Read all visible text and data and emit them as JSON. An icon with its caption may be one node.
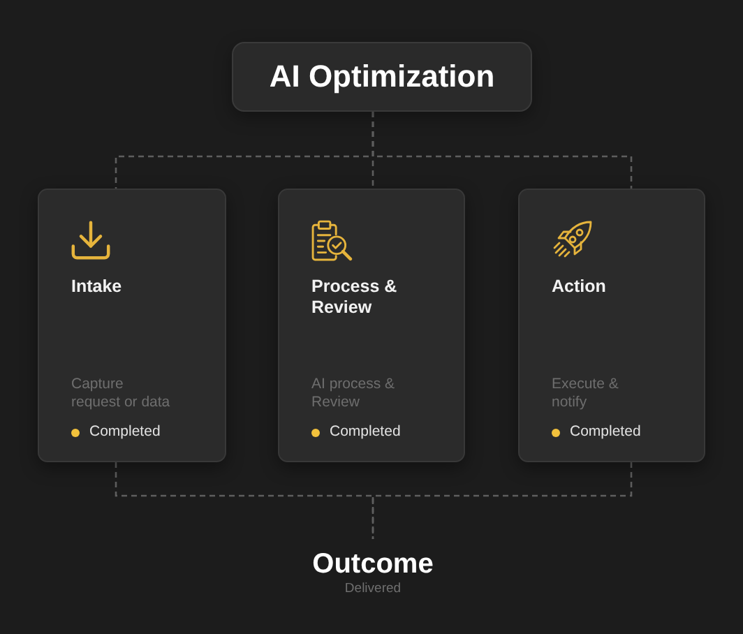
{
  "diagram": {
    "nodes": [
      {
        "text": [
          "AI Optimization"
        ]
      },
      {
        "text": [
          "Intake",
          "Capture request or data",
          "Completed"
        ]
      },
      {
        "text": [
          "Process & Review",
          "AI process & Review",
          "Completed"
        ]
      },
      {
        "text": [
          "Action",
          "Execute & notify",
          "Completed"
        ]
      },
      {
        "text": [
          "Outcome",
          "Delivered"
        ]
      }
    ],
    "edges": [
      {
        "from": 0,
        "to": 1,
        "arrow": "none",
        "style": "dashed"
      },
      {
        "from": 0,
        "to": 2,
        "arrow": "none",
        "style": "dashed"
      },
      {
        "from": 0,
        "to": 3,
        "arrow": "none",
        "style": "dashed"
      },
      {
        "from": 1,
        "to": 4,
        "arrow": "none",
        "style": "dashed"
      },
      {
        "from": 3,
        "to": 4,
        "arrow": "none",
        "style": "dashed"
      }
    ]
  }
}
